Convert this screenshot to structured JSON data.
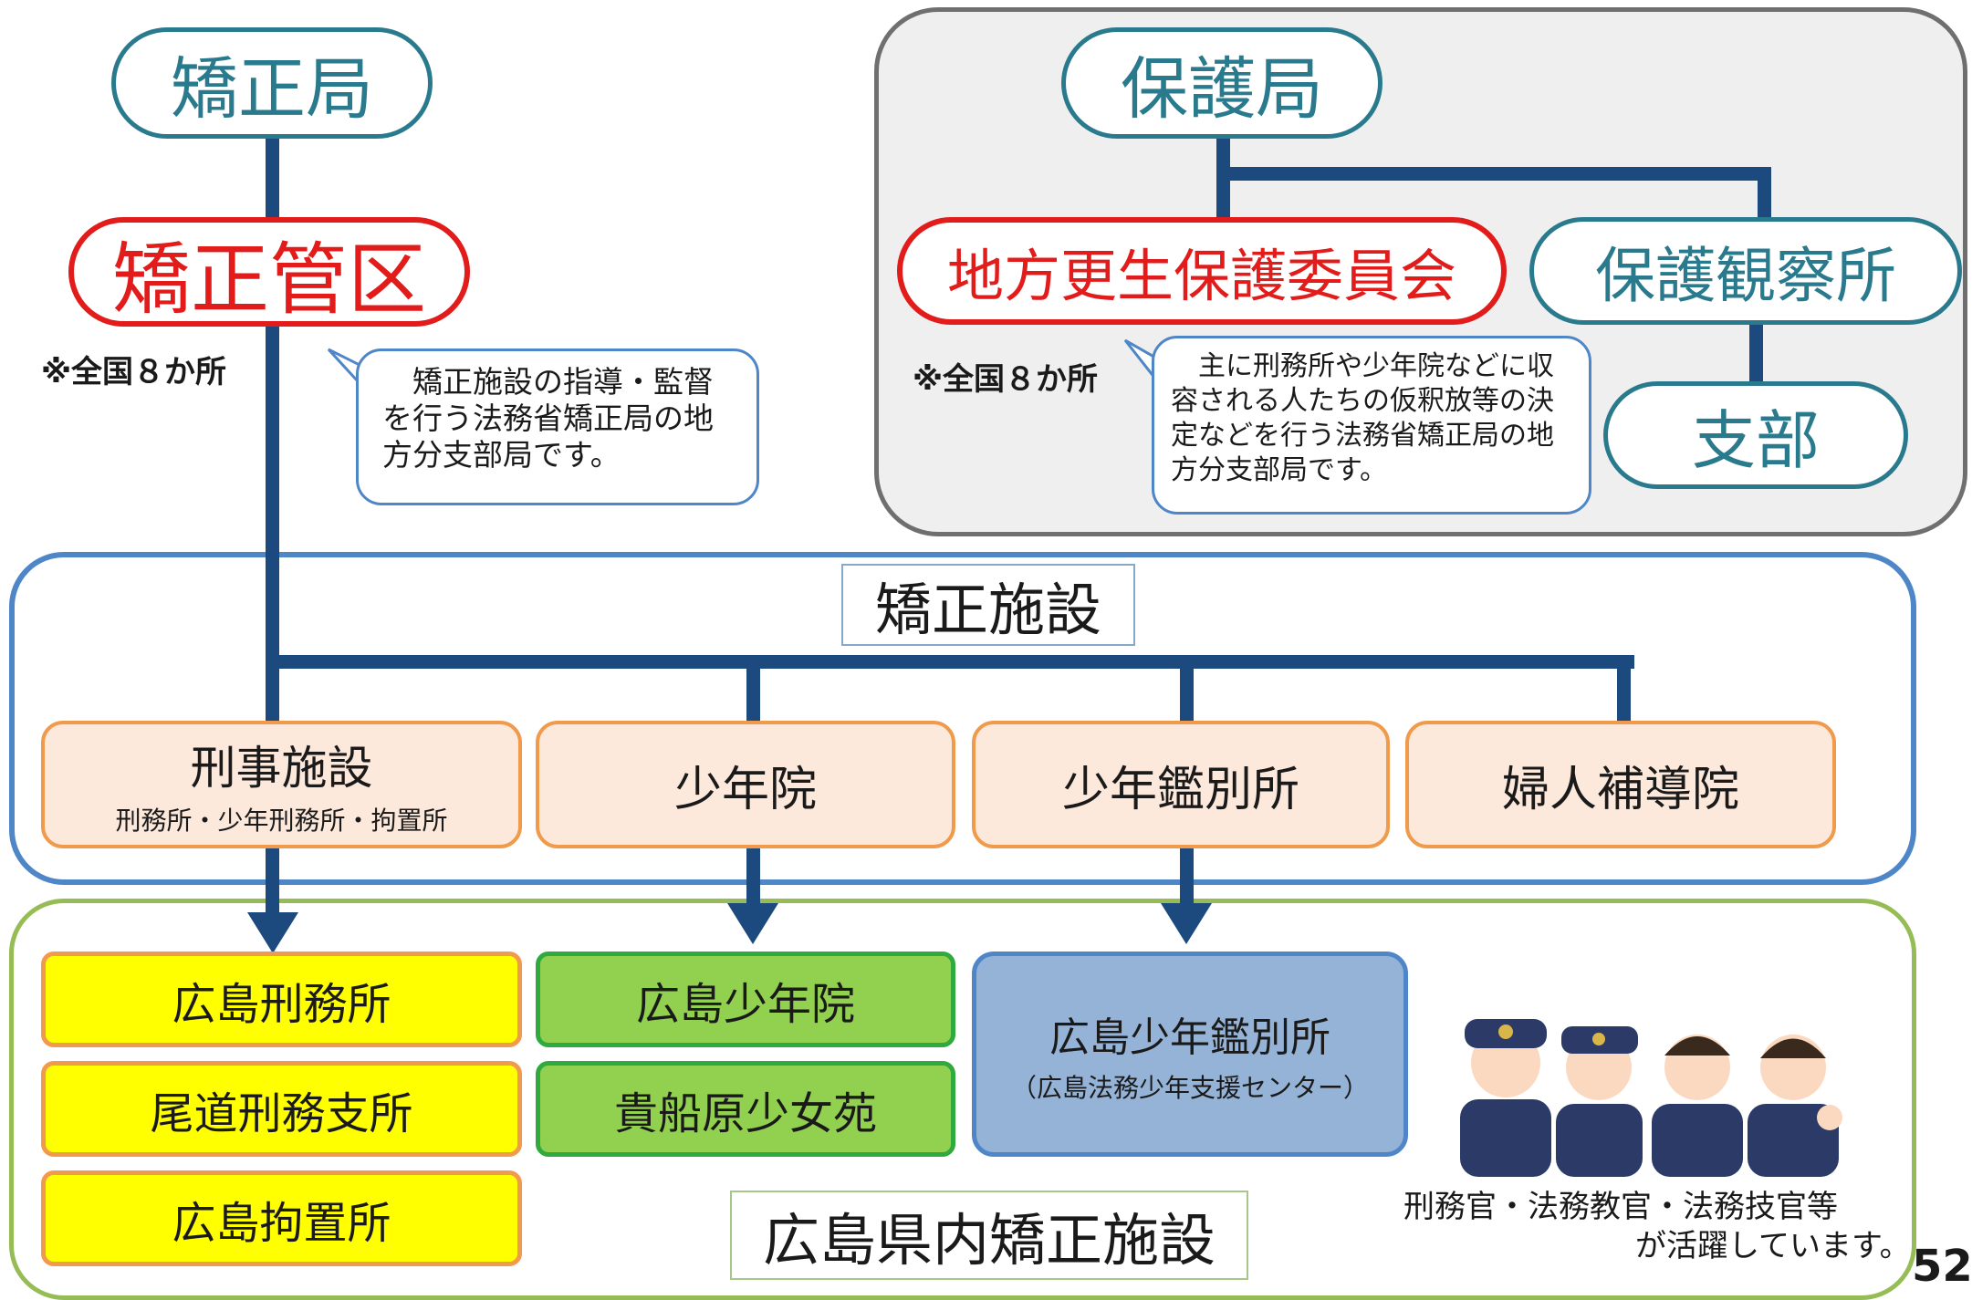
{
  "top_left": {
    "kyosei_kyoku": "矯正局",
    "kyosei_kanku": "矯正管区",
    "kanku_note": "※全国８か所",
    "kanku_callout": "　矯正施設の指導・監督を行う法務省矯正局の地方分支部局です。"
  },
  "top_right": {
    "hogo_kyoku": "保護局",
    "chiho_iinkai": "地方更生保護委員会",
    "iinkai_note": "※全国８か所",
    "hogo_kansatsusho": "保護観察所",
    "shibu": "支部",
    "iinkai_callout": "　主に刑務所や少年院などに収容される人たちの仮釈放等の決定などを行う法務省矯正局の地方分支部局です。"
  },
  "facilities_section": {
    "title": "矯正施設",
    "items": [
      {
        "label": "刑事施設",
        "sub": "刑務所・少年刑務所・拘置所"
      },
      {
        "label": "少年院"
      },
      {
        "label": "少年鑑別所"
      },
      {
        "label": "婦人補導院"
      }
    ]
  },
  "hiroshima_section": {
    "title": "広島県内矯正施設",
    "prisons": [
      "広島刑務所",
      "尾道刑務支所",
      "広島拘置所"
    ],
    "juvenile": [
      "広島少年院",
      "貴船原少女苑"
    ],
    "kanbetsu": {
      "label": "広島少年鑑別所",
      "sub": "（広島法務少年支援センター）"
    },
    "staff_caption_1": "刑務官・法務教官・法務技官等",
    "staff_caption_2": "が活躍しています。"
  },
  "page_number": "52",
  "colors": {
    "line": "#1d4a7e",
    "teal": "#2a7a8e",
    "red": "#e21b1b",
    "orange_border": "#f09a4c",
    "peach_fill": "#fde9dc",
    "yellow_fill": "#ffff00",
    "green_fill": "#92d050",
    "blue_fill": "#95b3d7"
  }
}
